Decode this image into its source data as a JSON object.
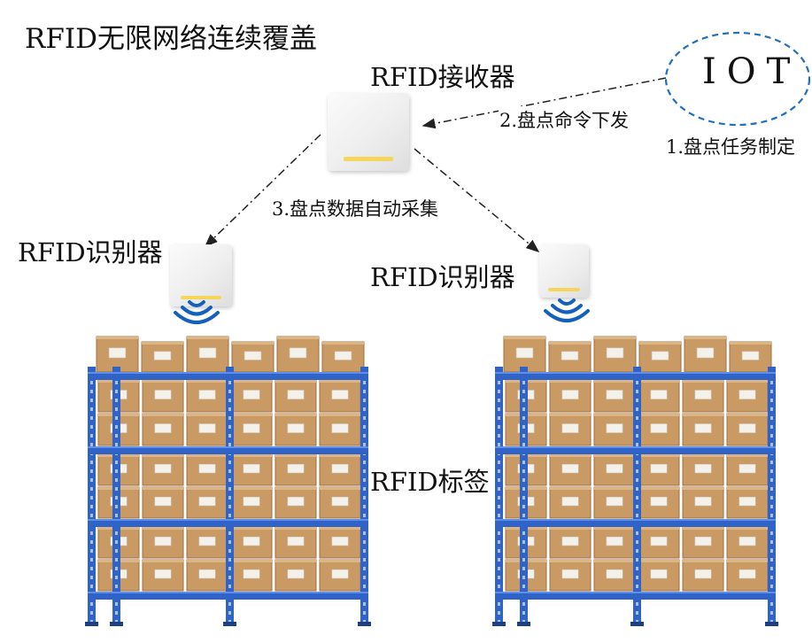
{
  "title": "RFID无限网络连续覆盖",
  "iot": {
    "text": "IOT",
    "step_label": "1.盘点任务制定"
  },
  "receiver": {
    "label": "RFID接收器",
    "command_label": "2.盘点命令下发"
  },
  "collection_label": "3.盘点数据自动采集",
  "readers": [
    {
      "label": "RFID识别器"
    },
    {
      "label": "RFID识别器"
    }
  ],
  "tag_label": "RFID标签",
  "colors": {
    "rack_frame": "#2f63c7",
    "box": "#c99a64",
    "reader_wave": "#1560bd",
    "indicator_led": "#f6d65a",
    "iot_outline": "#1f6fbf"
  }
}
